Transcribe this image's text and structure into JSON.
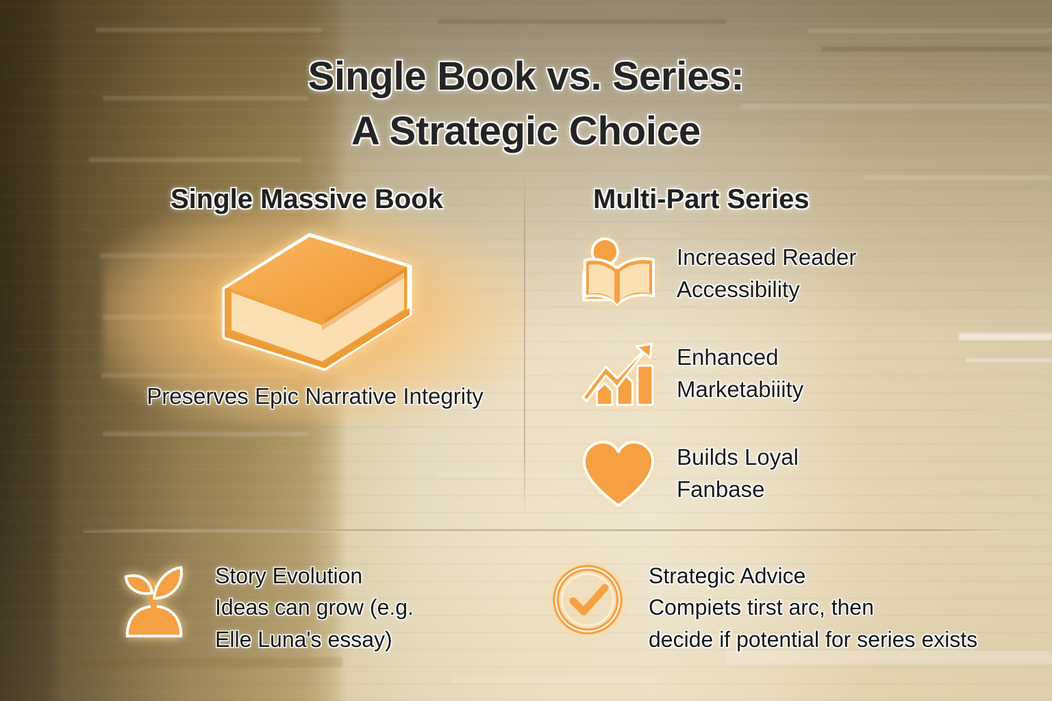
{
  "title": {
    "line1": "Single Book vs. Series:",
    "line2": "A Strategic Choice"
  },
  "columns": {
    "left_header": "Single Massive Book",
    "right_header": "Multi-Part Series"
  },
  "left_column": {
    "illustration": "thick-book-icon",
    "caption_line1": "Preserves Epic",
    "caption_line2": "Narrative Integrity"
  },
  "right_column": {
    "benefits": [
      {
        "icon": "person-reading-book-icon",
        "line1": "Increased Reader",
        "line2": "Accessibility"
      },
      {
        "icon": "growth-chart-arrow-icon",
        "line1": "Enhanced",
        "line2": "Marketabiiity"
      },
      {
        "icon": "heart-icon",
        "line1": "Builds Loyal",
        "line2": "Fanbase"
      }
    ]
  },
  "notes": [
    {
      "icon": "sprout-icon",
      "heading": "Story Evolution",
      "line1": "Ideas can grow  (e.g.",
      "line2": "Elle Luna's essay)"
    },
    {
      "icon": "check-circle-icon",
      "heading": "Strategic Advice",
      "line1": "Compiets tirst arc, then",
      "line2": "decide if potential for series exists"
    }
  ],
  "colors": {
    "accent_orange": "#F5A143",
    "accent_orange_dark": "#E8912F",
    "page_cream": "#FBE0B4",
    "text_dark": "#1C1C1C",
    "background_left": "#3D3220",
    "background_right": "#EDE2C8"
  }
}
